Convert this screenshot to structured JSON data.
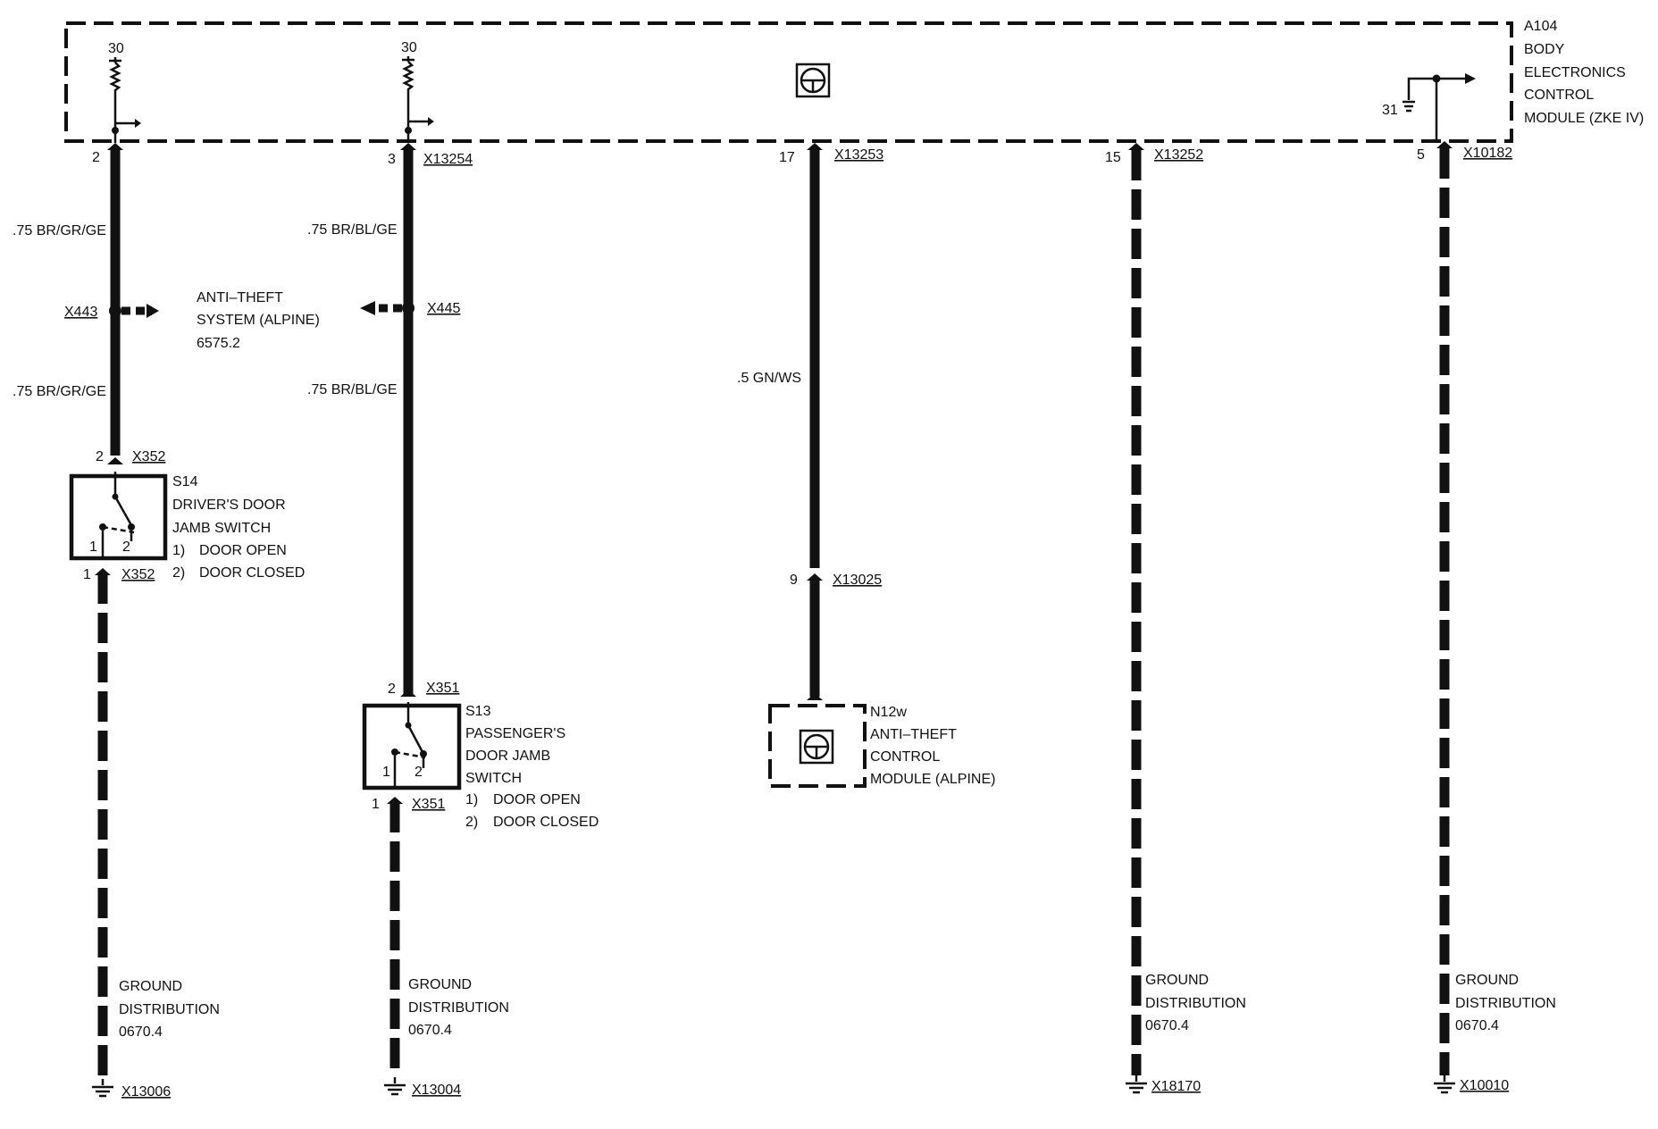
{
  "ecm": {
    "id": "A104",
    "name_lines": [
      "BODY",
      "ELECTRONICS",
      "CONTROL",
      "MODULE (ZKE IV)"
    ],
    "supply_left": "30",
    "supply_mid": "30",
    "ground_pin": "31"
  },
  "wires": {
    "driver": {
      "pin": "2",
      "color_upper": ".75 BR/GR/GE",
      "splice": "X443",
      "color_lower": ".75 BR/GR/GE"
    },
    "passenger": {
      "pin": "3",
      "connector": "X13254",
      "color_upper": ".75 BR/BL/GE",
      "splice": "X445",
      "color_lower": ".75 BR/BL/GE"
    },
    "antitheft": {
      "pin": "17",
      "connector": "X13253",
      "color": ".5 GN/WS",
      "pin_lower": "9",
      "connector_lower": "X13025"
    },
    "ground15": {
      "pin": "15",
      "connector": "X13252"
    },
    "ground5": {
      "pin": "5",
      "connector": "X10182"
    }
  },
  "antitheft_system": {
    "lines": [
      "ANTI–THEFT",
      "SYSTEM (ALPINE)",
      "6575.2"
    ]
  },
  "s14": {
    "pin_top": "2",
    "connector_top": "X352",
    "lines": [
      "S14",
      "DRIVER'S DOOR",
      "JAMB SWITCH"
    ],
    "state1_num": "1)",
    "state1": "DOOR OPEN",
    "state2_num": "2)",
    "state2": "DOOR CLOSED",
    "contact1": "1",
    "contact2": "2",
    "pin_bottom": "1",
    "connector_bottom": "X352"
  },
  "s13": {
    "pin_top": "2",
    "connector_top": "X351",
    "lines": [
      "S13",
      "PASSENGER'S",
      "DOOR JAMB",
      "SWITCH"
    ],
    "state1_num": "1)",
    "state1": "DOOR OPEN",
    "state2_num": "2)",
    "state2": "DOOR CLOSED",
    "contact1": "1",
    "contact2": "2",
    "pin_bottom": "1",
    "connector_bottom": "X351"
  },
  "n12w": {
    "lines": [
      "N12w",
      "ANTI–THEFT",
      "CONTROL",
      "MODULE (ALPINE)"
    ]
  },
  "grounds": [
    {
      "lines": [
        "GROUND",
        "DISTRIBUTION",
        "0670.4"
      ],
      "point": "X13006"
    },
    {
      "lines": [
        "GROUND",
        "DISTRIBUTION",
        "0670.4"
      ],
      "point": "X13004"
    },
    {
      "lines": [
        "GROUND",
        "DISTRIBUTION",
        "0670.4"
      ],
      "point": "X18170"
    },
    {
      "lines": [
        "GROUND",
        "DISTRIBUTION",
        "0670.4"
      ],
      "point": "X10010"
    }
  ]
}
